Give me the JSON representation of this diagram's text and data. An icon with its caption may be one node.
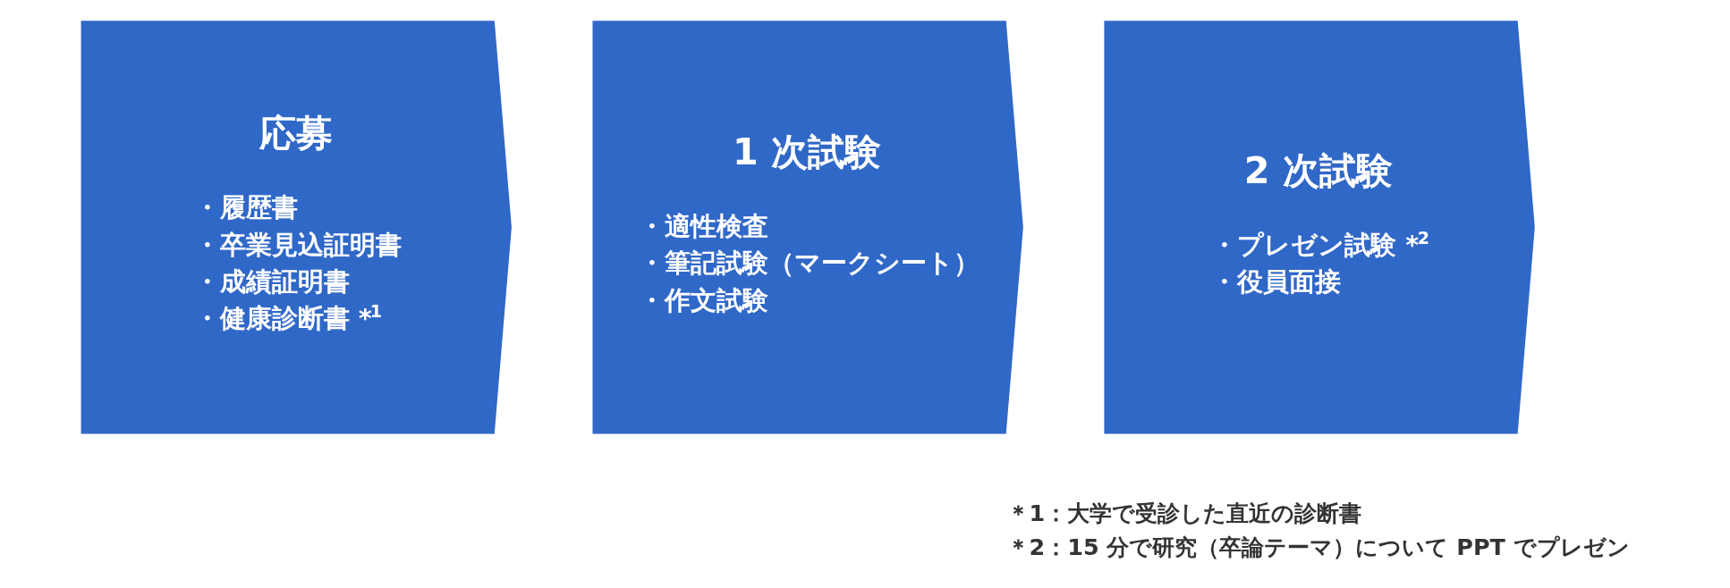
{
  "diagram": {
    "nodes": [
      {
        "text": [
          "応募",
          "・履歴書",
          "・卒業見込証明書",
          "・成績証明書",
          "・健康診断書 *$^{1}$"
        ]
      },
      {
        "text": [
          "1 次試験",
          "・適性検査",
          "・筆記試験（マークシート）",
          "・作文試験"
        ]
      },
      {
        "text": [
          "2 次試験",
          "・プレゼン試験 *$^{2}$",
          "・役員面接"
        ]
      }
    ],
    "edges": [],
    "labels": [
      "＊1：大学で受診した直近の診断書",
      "＊2：15 分で研究（卒論テーマ）について PPT でプレゼン"
    ]
  }
}
